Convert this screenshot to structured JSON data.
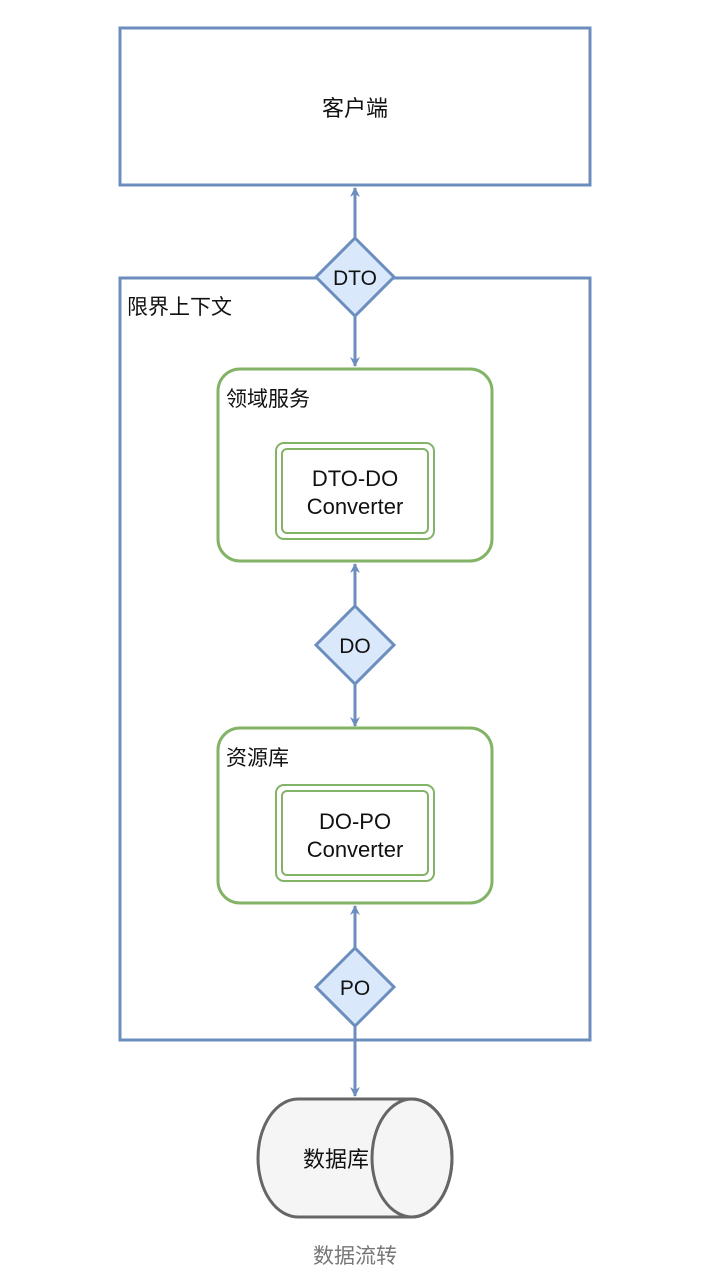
{
  "diagram": {
    "client": {
      "label": "客户端"
    },
    "bounded_context": {
      "label": "限界上下文"
    },
    "domain_service": {
      "label": "领域服务",
      "converter": {
        "line1": "DTO-DO",
        "line2": "Converter"
      }
    },
    "repository": {
      "label": "资源库",
      "converter": {
        "line1": "DO-PO",
        "line2": "Converter"
      }
    },
    "database": {
      "label": "数据库"
    },
    "data_objects": {
      "dto": "DTO",
      "do": "DO",
      "po": "PO"
    }
  },
  "caption": "数据流转",
  "colors": {
    "blue_stroke": "#6c8ebf",
    "blue_fill": "#dae8fc",
    "green_stroke": "#82b366",
    "db_stroke": "#666666",
    "db_fill": "#f5f5f5"
  }
}
